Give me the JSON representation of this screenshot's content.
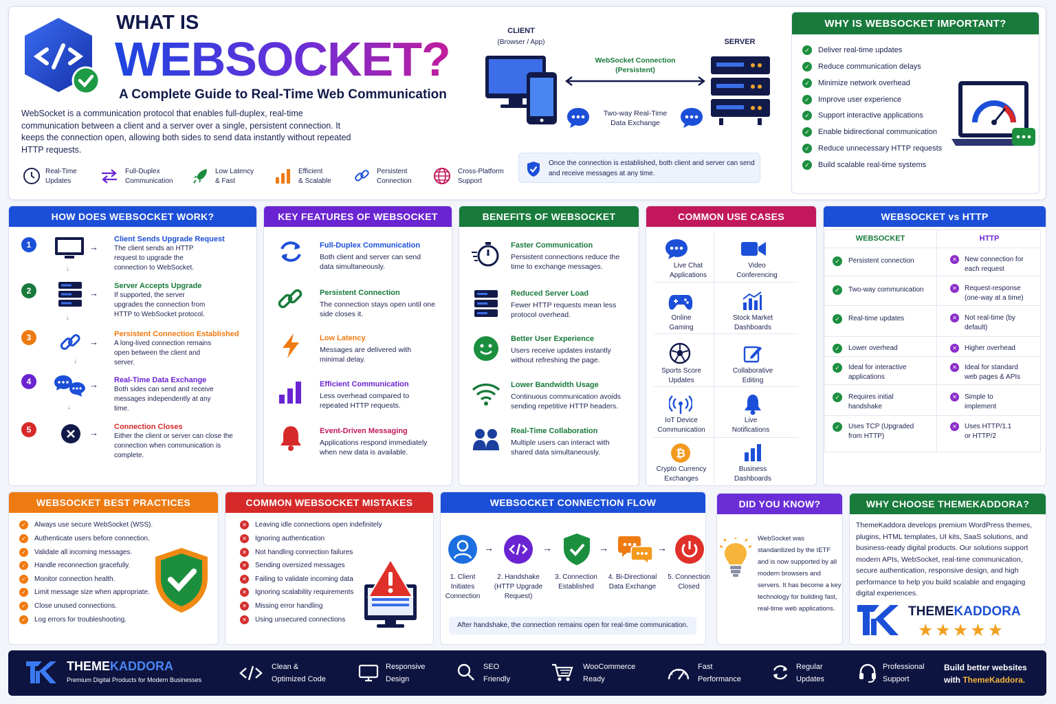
{
  "colors": {
    "blue": "#1c4fd8",
    "purple": "#6a24d2",
    "green": "#187a3b",
    "pink": "#c2185b",
    "orange": "#ee7a12",
    "red": "#d62a2a",
    "navy": "#0d1440"
  },
  "hero": {
    "what_is": "WHAT IS",
    "title": "WEBSOCKET?",
    "subtitle": "A Complete Guide to Real-Time Web Communication",
    "description": "WebSocket is a communication protocol that enables full-duplex, real-time communication between a client and a server over a single, persistent connection. It keeps the connection open, allowing both sides to send data instantly without repeated HTTP requests.",
    "badges": [
      {
        "icon": "clock-icon",
        "l1": "Real-Time",
        "l2": "Updates"
      },
      {
        "icon": "arrows-icon",
        "l1": "Full-Duplex",
        "l2": "Communication"
      },
      {
        "icon": "rocket-icon",
        "l1": "Low Latency",
        "l2": "& Fast"
      },
      {
        "icon": "bars-icon",
        "l1": "Efficient",
        "l2": "& Scalable"
      },
      {
        "icon": "link-icon",
        "l1": "Persistent",
        "l2": "Connection"
      },
      {
        "icon": "globe-icon",
        "l1": "Cross-Platform",
        "l2": "Support"
      }
    ]
  },
  "diagram": {
    "client": "CLIENT",
    "client_sub": "(Browser / App)",
    "server": "SERVER",
    "conn_l1": "WebSocket Connection",
    "conn_l2": "(Persistent)",
    "exch_l1": "Two-way Real-Time",
    "exch_l2": "Data Exchange",
    "note": "Once the connection is established, both client and server can send and receive messages at any time."
  },
  "why": {
    "title": "WHY IS WEBSOCKET IMPORTANT?",
    "items": [
      "Deliver real-time updates",
      "Reduce communication delays",
      "Minimize network overhead",
      "Improve user experience",
      "Support interactive applications",
      "Enable bidirectional communication",
      "Reduce unnecessary HTTP requests",
      "Build scalable real-time systems"
    ]
  },
  "how": {
    "title": "HOW DOES WEBSOCKET WORK?",
    "steps": [
      {
        "n": "1",
        "color": "#1c4fd8",
        "title": "Client Sends Upgrade Request",
        "text": "The client sends an HTTP request to upgrade the connection to WebSocket."
      },
      {
        "n": "2",
        "color": "#187a3b",
        "title": "Server Accepts Upgrade",
        "text": "If supported, the server upgrades the connection from HTTP to WebSocket protocol."
      },
      {
        "n": "3",
        "color": "#ee7a12",
        "title": "Persistent Connection Established",
        "text": "A long-lived connection remains open between the client and server."
      },
      {
        "n": "4",
        "color": "#6a24d2",
        "title": "Real-Time Data Exchange",
        "text": "Both sides can send and receive messages independently at any time."
      },
      {
        "n": "5",
        "color": "#d62a2a",
        "title": "Connection Closes",
        "text": "Either the client or server can close the connection when communication is complete."
      }
    ]
  },
  "features": {
    "title": "KEY FEATURES OF WEBSOCKET",
    "items": [
      {
        "title": "Full-Duplex Communication",
        "text": "Both client and server can send data simultaneously."
      },
      {
        "title": "Persistent Connection",
        "text": "The connection stays open until one side closes it."
      },
      {
        "title": "Low Latency",
        "text": "Messages are delivered with minimal delay."
      },
      {
        "title": "Efficient Communication",
        "text": "Less overhead compared to repeated HTTP requests."
      },
      {
        "title": "Event-Driven Messaging",
        "text": "Applications respond immediately when new data is available."
      }
    ]
  },
  "benefits": {
    "title": "BENEFITS OF WEBSOCKET",
    "items": [
      {
        "title": "Faster Communication",
        "text": "Persistent connections reduce the time to exchange messages."
      },
      {
        "title": "Reduced Server Load",
        "text": "Fewer HTTP requests mean less protocol overhead."
      },
      {
        "title": "Better User Experience",
        "text": "Users receive updates instantly without refreshing the page."
      },
      {
        "title": "Lower Bandwidth Usage",
        "text": "Continuous communication avoids sending repetitive HTTP headers."
      },
      {
        "title": "Real-Time Collaboration",
        "text": "Multiple users can interact with shared data simultaneously."
      }
    ]
  },
  "usecases": {
    "title": "COMMON USE CASES",
    "items": [
      {
        "l1": "Live Chat",
        "l2": "Applications"
      },
      {
        "l1": "Video",
        "l2": "Conferencing"
      },
      {
        "l1": "Online",
        "l2": "Gaming"
      },
      {
        "l1": "Stock Market",
        "l2": "Dashboards"
      },
      {
        "l1": "Sports Score",
        "l2": "Updates"
      },
      {
        "l1": "Collaborative",
        "l2": "Editing"
      },
      {
        "l1": "IoT Device",
        "l2": "Communication"
      },
      {
        "l1": "Live",
        "l2": "Notifications"
      },
      {
        "l1": "Crypto Currency",
        "l2": "Exchanges"
      },
      {
        "l1": "Business",
        "l2": "Dashboards"
      }
    ]
  },
  "versus": {
    "title": "WEBSOCKET vs HTTP",
    "col1": "WEBSOCKET",
    "col2": "HTTP",
    "rows": [
      {
        "ws": "Persistent connection",
        "http": "New connection for each request"
      },
      {
        "ws": "Two-way communication",
        "http": "Request-response (one-way at a time)"
      },
      {
        "ws": "Real-time updates",
        "http": "Not real-time (by default)"
      },
      {
        "ws": "Lower overhead",
        "http": "Higher overhead"
      },
      {
        "ws": "Ideal for interactive applications",
        "http": "Ideal for standard web pages & APIs"
      },
      {
        "ws": "Requires initial handshake",
        "http": "Simple to implement"
      },
      {
        "ws": "Uses TCP (Upgraded from HTTP)",
        "http": "Uses HTTP/1.1 or HTTP/2"
      }
    ]
  },
  "practices": {
    "title": "WEBSOCKET BEST PRACTICES",
    "items": [
      "Always use secure WebSocket (WSS).",
      "Authenticate users before connection.",
      "Validate all incoming messages.",
      "Handle reconnection gracefully.",
      "Monitor connection health.",
      "Limit message size when appropriate.",
      "Close unused connections.",
      "Log errors for troubleshooting."
    ]
  },
  "mistakes": {
    "title": "COMMON WEBSOCKET MISTAKES",
    "items": [
      "Leaving idle connections open indefinitely",
      "Ignoring authentication",
      "Not handling connection failures",
      "Sending oversized messages",
      "Failing to validate incoming data",
      "Ignoring scalability requirements",
      "Missing error handling",
      "Using unsecured connections"
    ]
  },
  "flow": {
    "title": "WEBSOCKET CONNECTION FLOW",
    "steps": [
      {
        "label": "1. Client Initiates Connection",
        "color": "#1c6fe0"
      },
      {
        "label": "2. Handshake (HTTP Upgrade Request)",
        "color": "#6a24d2"
      },
      {
        "label": "3. Connection Established",
        "color": "#1c8f3f"
      },
      {
        "label": "4. Bi-Directional Data Exchange",
        "color": "#ee7a12"
      },
      {
        "label": "5. Connection Closed",
        "color": "#e0302a"
      }
    ],
    "note": "After handshake, the connection remains open for real-time communication."
  },
  "didyouknow": {
    "title": "DID YOU KNOW?",
    "text": "WebSocket was standardized by the IETF and is now supported by all modern browsers and servers. It has become a key technology for building fast, real-time web applications."
  },
  "choose": {
    "title": "WHY CHOOSE THEMEKADDORA?",
    "text": "ThemeKaddora develops premium WordPress themes, plugins, HTML templates, UI kits, SaaS solutions, and business-ready digital products. Our solutions support modern APIs, WebSocket, real-time communication, secure authentication, responsive design, and high performance to help you build scalable and engaging digital experiences.",
    "brand_a": "THEME",
    "brand_b": "KADDORA",
    "stars": "★★★★★"
  },
  "footer": {
    "brand_a": "THEME",
    "brand_b": "KADDORA",
    "tagline": "Premium Digital Products for Modern Businesses",
    "items": [
      {
        "icon": "code-icon",
        "l1": "Clean &",
        "l2": "Optimized Code"
      },
      {
        "icon": "monitor-icon",
        "l1": "Responsive",
        "l2": "Design"
      },
      {
        "icon": "search-icon",
        "l1": "SEO",
        "l2": "Friendly"
      },
      {
        "icon": "cart-icon",
        "l1": "WooCommerce",
        "l2": "Ready"
      },
      {
        "icon": "gauge-icon",
        "l1": "Fast",
        "l2": "Performance"
      },
      {
        "icon": "refresh-icon",
        "l1": "Regular",
        "l2": "Updates"
      },
      {
        "icon": "headset-icon",
        "l1": "Professional",
        "l2": "Support"
      }
    ],
    "cta_l1": "Build better websites",
    "cta_l2a": "with ",
    "cta_l2b": "ThemeKaddora."
  }
}
